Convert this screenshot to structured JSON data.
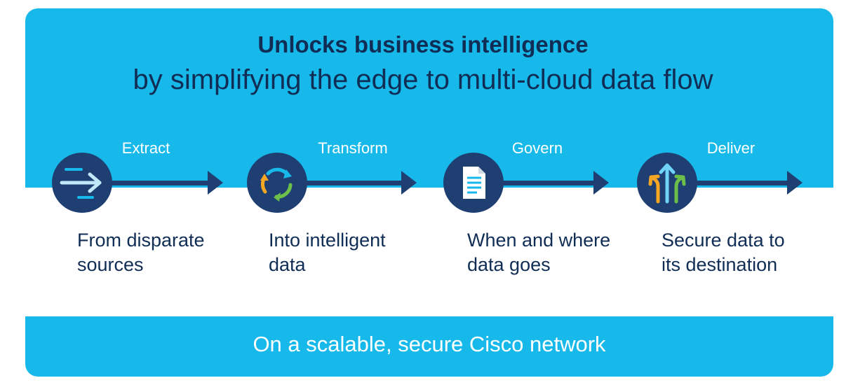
{
  "header": {
    "title": "Unlocks business intelligence",
    "subtitle": "by simplifying the edge to multi-cloud data flow"
  },
  "steps": [
    {
      "label": "Extract",
      "description_line1": "From disparate",
      "description_line2": "sources",
      "icon": "arrows-right-icon"
    },
    {
      "label": "Transform",
      "description_line1": "Into intelligent",
      "description_line2": "data",
      "icon": "cycle-arrows-icon"
    },
    {
      "label": "Govern",
      "description_line1": "When and where",
      "description_line2": "data goes",
      "icon": "document-icon"
    },
    {
      "label": "Deliver",
      "description_line1": "Secure data to",
      "description_line2": "its destination",
      "icon": "diverging-arrows-icon"
    }
  ],
  "footer": {
    "text": "On a scalable, secure Cisco network"
  },
  "colors": {
    "band": "#17b9ea",
    "navy": "#1f3f73",
    "text_dark": "#0f2d55",
    "accent_orange": "#f5a623",
    "accent_green": "#6cc04a",
    "accent_light_blue": "#6fd3f7"
  }
}
